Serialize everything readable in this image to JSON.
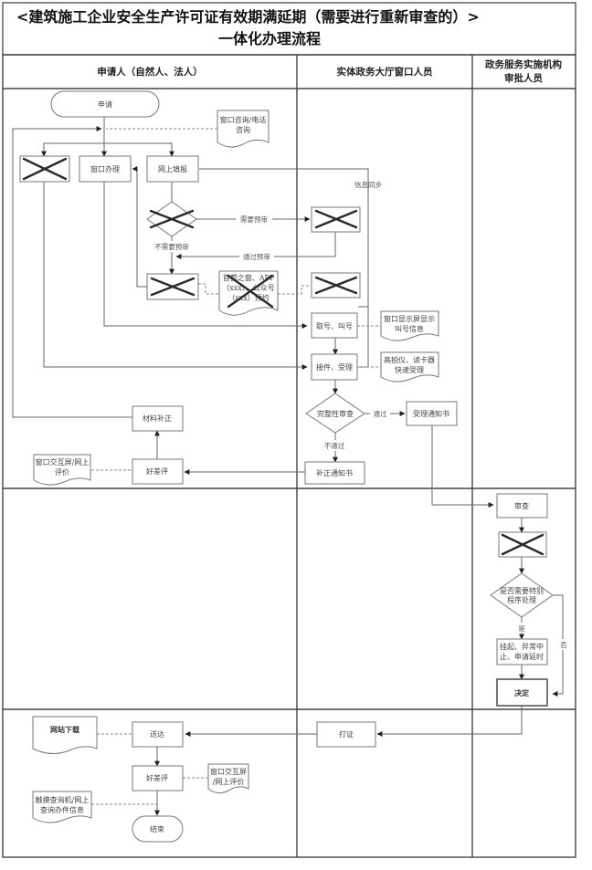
{
  "title": {
    "line1": "<建筑施工企业安全生产许可证有效期满延期（需要进行重新审查的）>",
    "line2": "一体化办理流程"
  },
  "lanes": [
    {
      "id": "applicant",
      "label": "申请人（自然人、法人）"
    },
    {
      "id": "window",
      "label": "实体政务大厅窗口人员"
    },
    {
      "id": "approver",
      "label_line1": "政务服务实施机构",
      "label_line2": "审批人员"
    }
  ],
  "nodes": {
    "start": "申请",
    "consult_doc": {
      "line1": "窗口咨询/电话",
      "line2": "咨询"
    },
    "crossed_left": "（已删除）",
    "window_handle": "窗口办理",
    "online_fill": "网上填报",
    "crossed_diamond": "（已删除）",
    "crossed_precheck": "（已删除）",
    "crossed_appoint": "（已删除）",
    "crossed_doc": {
      "line1": "首都之窗、APP",
      "line2": "（xxx）、公众号",
      "line3": "（xxx）预约",
      "line4": ""
    },
    "crossed_window": "（已删除）",
    "take_number": "取号、叫号",
    "screen_doc": {
      "line1": "窗口显示屏显示",
      "line2": "叫号信息"
    },
    "receive": "接件、受理",
    "scanner_doc": {
      "line1": "高拍仪、读卡器",
      "line2": "快速受理"
    },
    "completeness": "完整性审查",
    "accept_notice": "受理通知书",
    "supplement_notice": "补正通知书",
    "material_fix": "材料补正",
    "rating1": "好差评",
    "rating1_doc": {
      "line1": "窗口交互屏/网上",
      "line2": "评价"
    },
    "review": "审查",
    "crossed_review": "（已删除）",
    "special_diamond": {
      "line1": "是否需要特别",
      "line2": "程序处理"
    },
    "suspend": {
      "line1": "挂起、异常中",
      "line2": "止、申请延时"
    },
    "decision": "决定",
    "print": "打证",
    "deliver": "送达",
    "download_doc": "网站下载",
    "rating2": "好差评",
    "rating2_doc": {
      "line1": "窗口交互屏",
      "line2": "/网上评价"
    },
    "query_doc": {
      "line1": "触摸查询机/网上",
      "line2": "查询办件信息"
    },
    "end": "结束"
  },
  "edge_labels": {
    "need_precheck": "需要预审",
    "no_precheck": "不需要预审",
    "pass_precheck": "通过预审",
    "info_sync": "信息同步",
    "pass": "通过",
    "not_pass": "不通过",
    "yes": "是",
    "no": "否"
  }
}
